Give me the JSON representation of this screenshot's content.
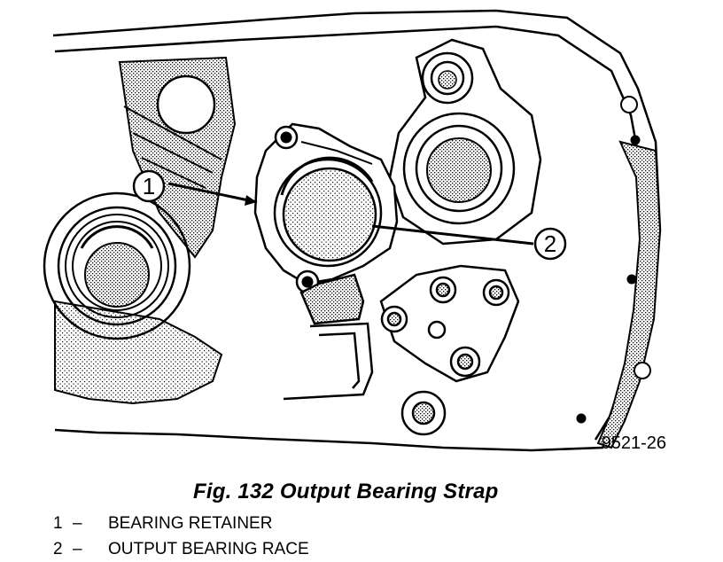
{
  "figure": {
    "caption": "Fig. 132 Output Bearing Strap",
    "figure_id": "9521-26",
    "callouts": [
      {
        "number": "1",
        "label": "BEARING RETAINER"
      },
      {
        "number": "2",
        "label": "OUTPUT BEARING RACE"
      }
    ],
    "dash": "–"
  },
  "colors": {
    "ink": "#000000",
    "paper": "#ffffff",
    "shade": "#9a9a9a"
  }
}
